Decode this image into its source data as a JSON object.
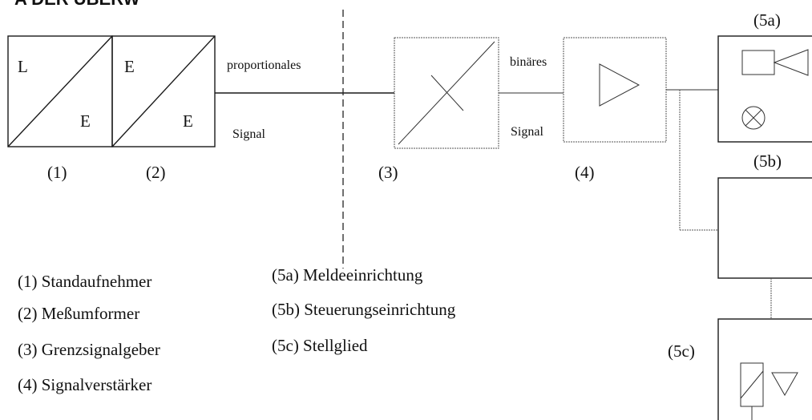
{
  "header_fragment": "A DER UBERW",
  "blocks": {
    "b1": {
      "top_left": "L",
      "bottom_right": "E",
      "caption": "(1)"
    },
    "b2": {
      "top_left": "E",
      "bottom_right": "E",
      "caption": "(2)"
    },
    "b3": {
      "caption": "(3)"
    },
    "b4": {
      "caption": "(4)"
    },
    "b5a": {
      "caption": "(5a)"
    },
    "b5b": {
      "caption": "(5b)"
    },
    "b5c": {
      "caption": "(5c)"
    }
  },
  "signals": {
    "proportional_top": "proportionales",
    "proportional_bottom": "Signal",
    "binary_top": "binäres",
    "binary_bottom": "Signal"
  },
  "legend": {
    "left": [
      "(1) Standaufnehmer",
      "(2) Meßumformer",
      "(3) Grenzsignalgeber",
      "(4) Signalverstärker"
    ],
    "right": [
      "(5a) Meldeeinrichtung",
      "(5b) Steuerungseinrichtung",
      "(5c) Stellglied"
    ]
  }
}
